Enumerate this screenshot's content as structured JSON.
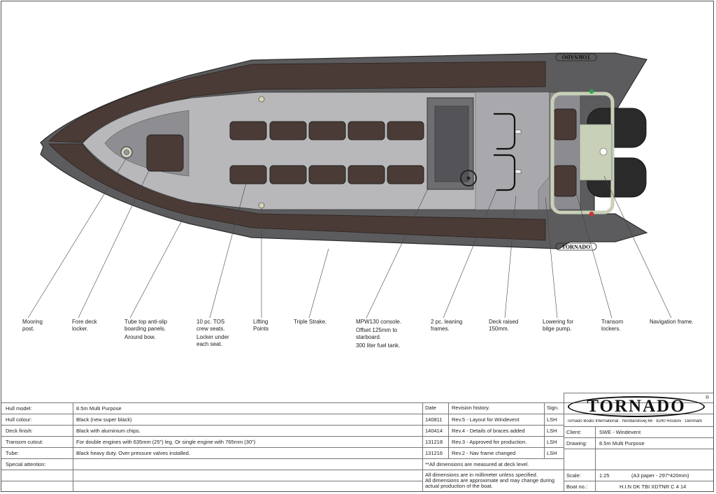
{
  "callouts": [
    {
      "lines": [
        "Mooring",
        "post."
      ]
    },
    {
      "lines": [
        "Fore deck",
        "locker."
      ]
    },
    {
      "lines": [
        "Tube top anti-slip",
        "boarding panels.",
        "Around bow."
      ]
    },
    {
      "lines": [
        "10 pc. TOS",
        "crew seats.",
        "Locker under",
        "each seat."
      ]
    },
    {
      "lines": [
        "Lifting",
        "Points"
      ]
    },
    {
      "lines": [
        "Triple Strake."
      ]
    },
    {
      "lines": [
        "MPW130 console.",
        "Offset 125mm to",
        "starboard.",
        "300 liter fuel tank."
      ]
    },
    {
      "lines": [
        "2 pc. leaning",
        "frames."
      ]
    },
    {
      "lines": [
        "Deck raised",
        "150mm."
      ]
    },
    {
      "lines": [
        "Lowering for",
        "bilge pump."
      ]
    },
    {
      "lines": [
        "Transom",
        "lockers."
      ]
    },
    {
      "lines": [
        "Navigation frame."
      ]
    }
  ],
  "hull_brand_text": "TORNADO",
  "specs": [
    {
      "label": "Hull model:",
      "value": "8.5m Multi Purpose"
    },
    {
      "label": "Hull colour:",
      "value": "Black (new super black)"
    },
    {
      "label": "Deck finish:",
      "value": "Black with aluminium chips."
    },
    {
      "label": "Transom cutout:",
      "value": "For double engines with 635mm (25\") leg. Or single engine with 765mm (30\")"
    },
    {
      "label": "Tube:",
      "value": "Black heavy duty. Over pressure valves installed."
    },
    {
      "label": "Special attention:",
      "value": ""
    }
  ],
  "revisions": {
    "headers": {
      "date": "Date",
      "desc": "Revision history.",
      "sign": "Sign."
    },
    "rows": [
      {
        "date": "140811",
        "desc": "Rev.5 - Layout for Windevent",
        "sign": "LSH"
      },
      {
        "date": "140414",
        "desc": "Rev.4 - Details of braces added",
        "sign": "LSH"
      },
      {
        "date": "131218",
        "desc": "Rev.3 - Approved for production.",
        "sign": "LSH"
      },
      {
        "date": "131216",
        "desc": "Rev.2 - Nav frame changed",
        "sign": "LSH"
      }
    ],
    "note1": "**All dimensions are measured at deck level.",
    "note2": [
      "All dimensions are in millimeter unless specified.",
      "All dimensions are approximate and may change during",
      "actual production of the boat."
    ]
  },
  "title_block": {
    "logo_text": "TORNADO",
    "registered": "®",
    "company": "Tornado Boats International · Nordlandsvej 66 · 8240 Risskov · Denmark",
    "client_label": "Client:",
    "client_value": "SWE - Windevent",
    "drawing_label": "Drawing:",
    "drawing_value": "8.5m Multi Purpose",
    "scale_label": "Scale:",
    "scale_value": "1:25",
    "paper_value": "(A3 paper - 297*420mm)",
    "boat_label": "Boat no.:",
    "boat_value": "H.I.N DK TBI XDTNR C 4 14"
  },
  "colors": {
    "tube": "#5c5c5e",
    "tube_dark": "#3a3a3c",
    "pads": "#4a3b36",
    "deck": "#b8b8bb",
    "deck_dark": "#8e8e92",
    "frame": "#c8d0b8",
    "engine": "#2a2a2a",
    "nav_green": "#2ea84a",
    "nav_red": "#d23030"
  }
}
